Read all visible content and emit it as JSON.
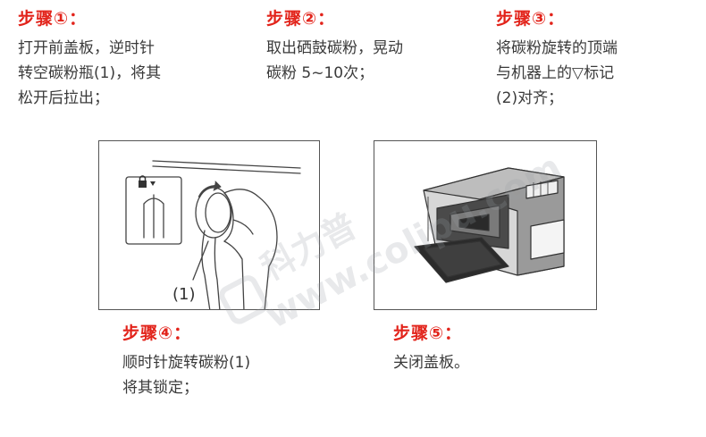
{
  "steps": [
    {
      "title": "步骤①：",
      "lines": [
        "打开前盖板，逆时针",
        "转空碳粉瓶(1)，将其",
        "松开后拉出；"
      ]
    },
    {
      "title": "步骤②：",
      "lines": [
        "取出硒鼓碳粉，晃动",
        "碳粉 5~10次；"
      ]
    },
    {
      "title": "步骤③：",
      "lines": [
        "将碳粉旋转的顶端",
        "与机器上的▽标记",
        "(2)对齐；"
      ]
    },
    {
      "title": "步骤④：",
      "lines": [
        "顺时针旋转碳粉(1)",
        "将其锁定；"
      ]
    },
    {
      "title": "步骤⑤：",
      "lines": [
        "关闭盖板。"
      ]
    }
  ],
  "illustration_left": {
    "callout": "(1)"
  },
  "watermark": {
    "brand": "科力普",
    "url": "www.colipu.com"
  },
  "colors": {
    "accent": "#e2231a",
    "text": "#3a3a3a",
    "line": "#555555"
  }
}
